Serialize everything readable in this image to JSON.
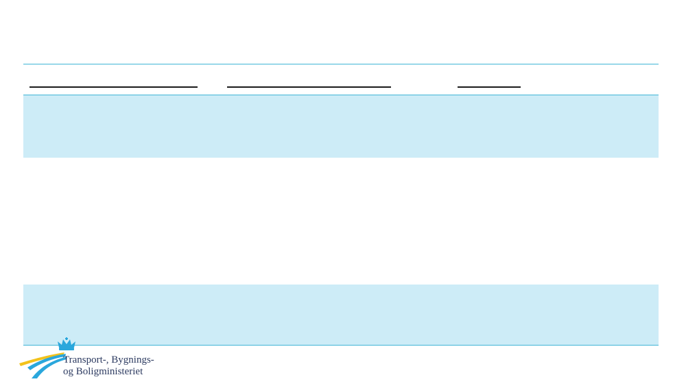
{
  "table": {
    "header_columns": 3,
    "rows": [
      {
        "shaded": true
      },
      {
        "shaded": false
      },
      {
        "shaded": true
      }
    ]
  },
  "footer": {
    "logo_line_1": "Transport-, Bygnings-",
    "logo_line_2": "og Boligministeriet"
  },
  "colors": {
    "rule": "#3fb4d6",
    "band": "#cdecf7",
    "header_underline": "#1a1a1a",
    "logo_text": "#2c3a60",
    "logo_yellow": "#f2c21b",
    "logo_blue": "#2aa7dc"
  }
}
